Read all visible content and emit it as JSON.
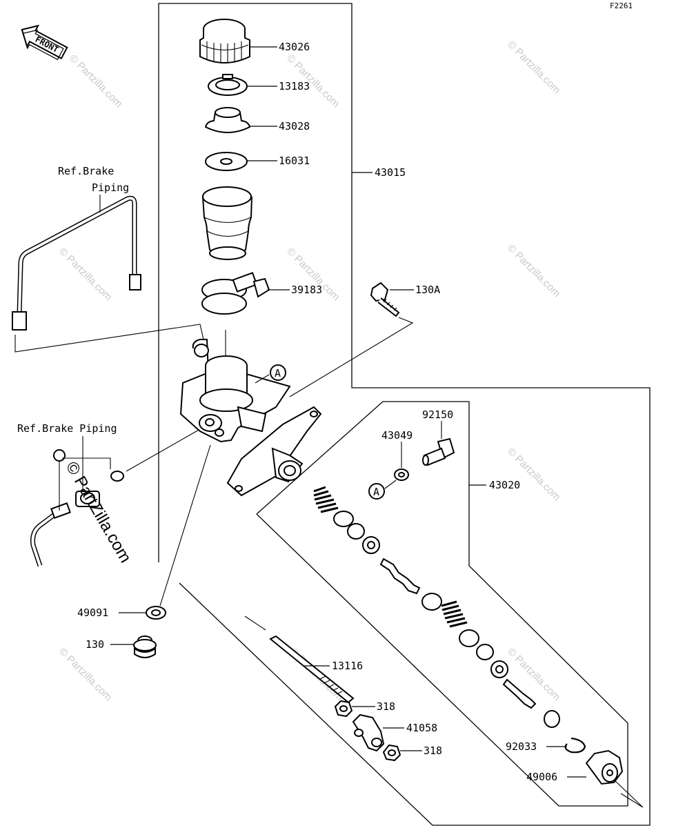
{
  "figure_code": "F2261",
  "front_arrow_text": "FRONT",
  "ref_brake_piping_1": [
    "Ref.Brake",
    "Piping"
  ],
  "ref_brake_piping_2": "Ref.Brake Piping",
  "callout_letter": "A",
  "watermark_small": "© Partzilla.com",
  "watermark_big": "© PartZilla.com",
  "parts": {
    "cap": "43026",
    "plate": "13183",
    "diaphragm": "43028",
    "washer_top": "16031",
    "reservoir_assy": "43015",
    "clamp": "39183",
    "bolt_flange": "130A",
    "banjo_bolt": "92150",
    "sealing_washer": "43049",
    "piston_kit": "43020",
    "gasket": "49091",
    "bleeder_bolt": "130",
    "push_rod": "13116",
    "nut_upper": "318",
    "joint": "41058",
    "nut_lower": "318",
    "circlip": "92033",
    "dust_boot": "49006"
  }
}
